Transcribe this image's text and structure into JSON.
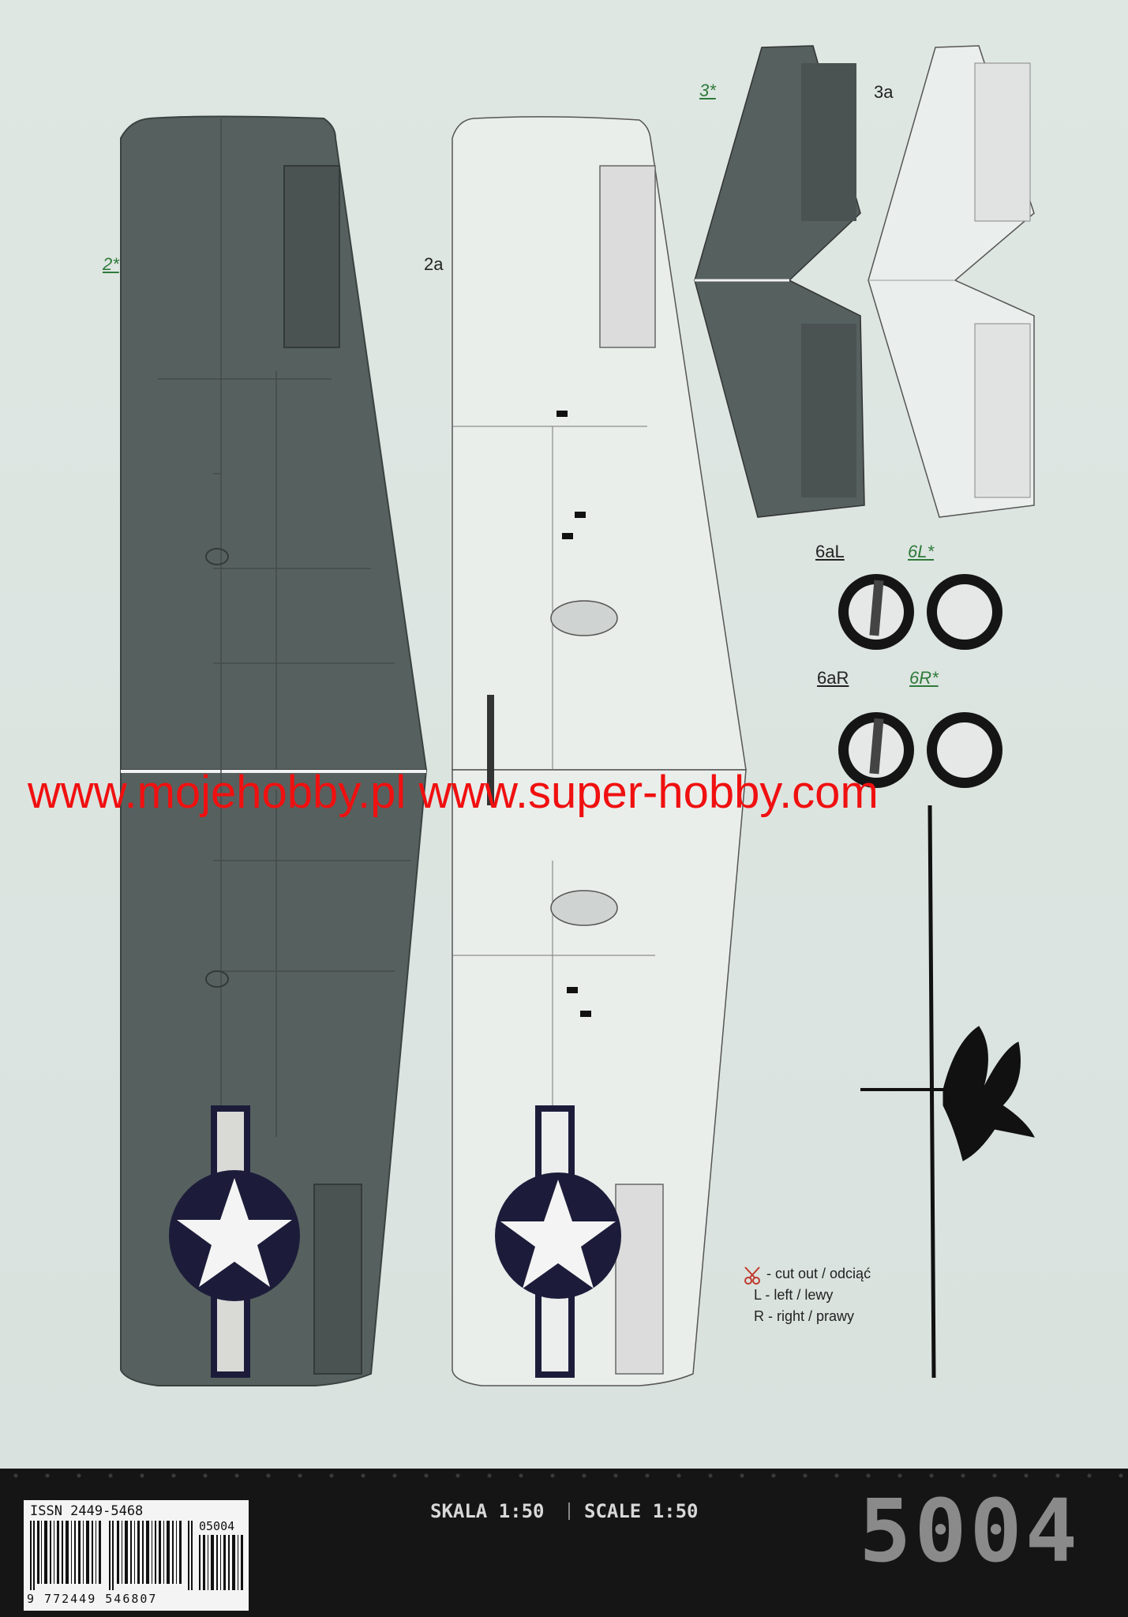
{
  "parts": {
    "p2": "2*",
    "p2a": "2a",
    "p3": "3*",
    "p3a": "3a",
    "p6aL": "6aL",
    "p6L": "6L*",
    "p6aR": "6aR",
    "p6R": "6R*"
  },
  "watermark": "www.mojehobby.pl www.super-hobby.com",
  "legend": {
    "cut": "- cut out / odciąć",
    "left": "L - left / lewy",
    "right": "R - right / prawy"
  },
  "footer": {
    "scale_pl": "SKALA 1:50",
    "scale_en": "SCALE 1:50",
    "issue": "5004",
    "issn": "ISSN 2449-5468",
    "barcode_digits": "9 772449 546807",
    "supplement": "05004"
  },
  "colors": {
    "wing_grey": "#55605f",
    "paper": "#dde6e2",
    "insignia_blue": "#1c1c3a",
    "watermark_red": "#f01010"
  }
}
